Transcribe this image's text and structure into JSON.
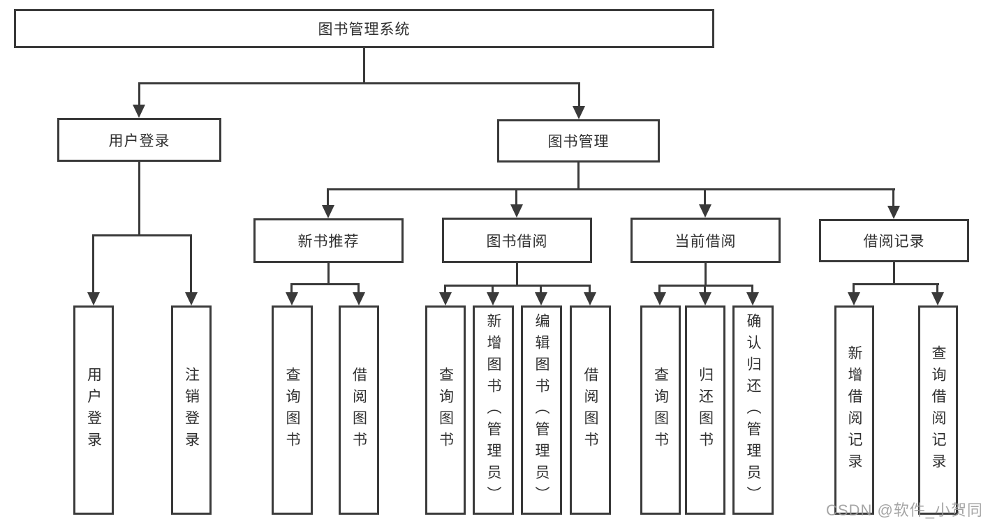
{
  "diagram": {
    "root": {
      "label": "图书管理系统"
    },
    "branches": [
      {
        "label": "用户登录",
        "children": [
          {
            "label": "用户登录"
          },
          {
            "label": "注销登录"
          }
        ]
      },
      {
        "label": "图书管理",
        "children": [
          {
            "label": "新书推荐",
            "children": [
              {
                "label": "查询图书"
              },
              {
                "label": "借阅图书"
              }
            ]
          },
          {
            "label": "图书借阅",
            "children": [
              {
                "label": "查询图书"
              },
              {
                "label": "新增图书（管理员）"
              },
              {
                "label": "编辑图书（管理员）"
              },
              {
                "label": "借阅图书"
              }
            ]
          },
          {
            "label": "当前借阅",
            "children": [
              {
                "label": "查询图书"
              },
              {
                "label": "归还图书"
              },
              {
                "label": "确认归还（管理员）"
              }
            ]
          },
          {
            "label": "借阅记录",
            "children": [
              {
                "label": "新增借阅记录"
              },
              {
                "label": "查询借阅记录"
              }
            ]
          }
        ]
      }
    ]
  },
  "watermark": {
    "text": "CSDN @软件_小贺同学"
  },
  "colors": {
    "line": "#3a3a3a",
    "text": "#303030",
    "watermark": "#989898",
    "background": "#ffffff"
  }
}
